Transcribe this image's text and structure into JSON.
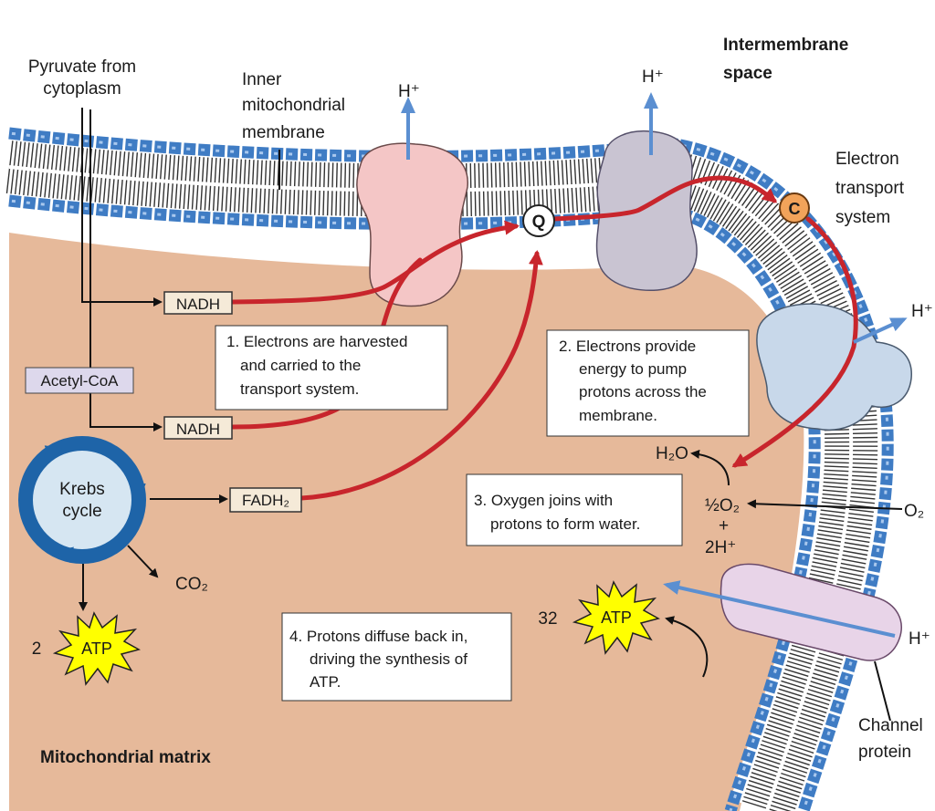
{
  "colors": {
    "matrix": "#e6b99a",
    "membrane_head": "#3f7cc4",
    "electron_path": "#c8252c",
    "proton_arrow": "#5b8fd1",
    "krebs_ring": "#1e64a8",
    "atp_burst": "#ffff00"
  },
  "labels": {
    "pyruvate": [
      "Pyruvate from",
      "cytoplasm"
    ],
    "inner_membrane": [
      "Inner",
      "mitochondrial",
      "membrane"
    ],
    "intermembrane": [
      "Intermembrane",
      "space"
    ],
    "ets": [
      "Electron",
      "transport",
      "system"
    ],
    "h_plus": "H⁺",
    "acetyl_coa": "Acetyl-CoA",
    "nadh_1": "NADH",
    "nadh_2": "NADH",
    "fadh2": "FADH₂",
    "krebs": [
      "Krebs",
      "cycle"
    ],
    "co2": "CO₂",
    "atp_2_count": "2",
    "atp_32_count": "32",
    "atp": "ATP",
    "h2o": "H₂O",
    "half_o2": "½O₂",
    "plus": "+",
    "two_h": "2H⁺",
    "o2": "O₂",
    "q": "Q",
    "c": "C",
    "channel": [
      "Channel",
      "protein"
    ],
    "matrix": "Mitochondrial matrix"
  },
  "steps": [
    [
      "1. Electrons are harvested",
      "and carried to the",
      "transport system."
    ],
    [
      "2. Electrons provide",
      "energy to pump",
      "protons across the",
      "membrane."
    ],
    [
      "3. Oxygen joins with",
      "protons to form water."
    ],
    [
      "4. Protons diffuse back in,",
      "driving the synthesis of",
      "ATP."
    ]
  ]
}
